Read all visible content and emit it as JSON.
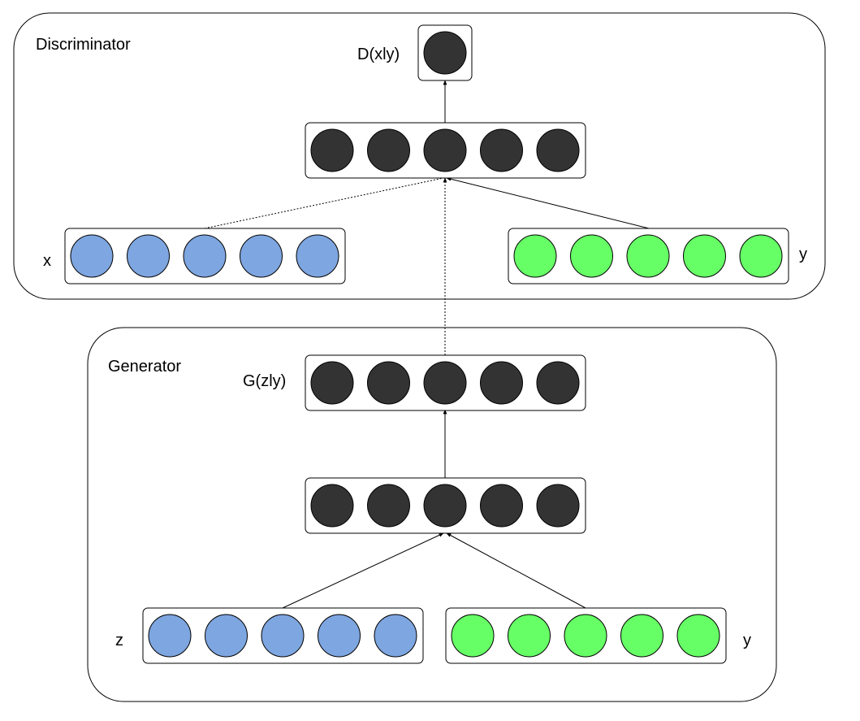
{
  "colors": {
    "dark_neuron": "#333333",
    "blue_neuron": "#7ea6e0",
    "green_neuron": "#66ff66",
    "stroke": "#000000",
    "background": "#ffffff"
  },
  "discriminator": {
    "title": "Discriminator",
    "output_label": "D(xly)",
    "input_x_label": "x",
    "input_y_label": "y"
  },
  "generator": {
    "title": "Generator",
    "output_label": "G(zly)",
    "input_z_label": "z",
    "input_y_label": "y"
  },
  "layers": {
    "d_output": {
      "neurons": 1,
      "color": "dark"
    },
    "d_hidden": {
      "neurons": 5,
      "color": "dark"
    },
    "d_input_x": {
      "neurons": 5,
      "color": "blue"
    },
    "d_input_y": {
      "neurons": 5,
      "color": "green"
    },
    "g_output": {
      "neurons": 5,
      "color": "dark"
    },
    "g_hidden": {
      "neurons": 5,
      "color": "dark"
    },
    "g_input_z": {
      "neurons": 5,
      "color": "blue"
    },
    "g_input_y": {
      "neurons": 5,
      "color": "green"
    }
  },
  "connections": [
    {
      "from": "d_hidden",
      "to": "d_output",
      "style": "solid"
    },
    {
      "from": "d_input_x",
      "to": "d_hidden",
      "style": "dotted"
    },
    {
      "from": "d_input_y",
      "to": "d_hidden",
      "style": "solid"
    },
    {
      "from": "g_output",
      "to": "d_hidden",
      "style": "dotted"
    },
    {
      "from": "g_hidden",
      "to": "g_output",
      "style": "solid"
    },
    {
      "from": "g_input_z",
      "to": "g_hidden",
      "style": "solid"
    },
    {
      "from": "g_input_y",
      "to": "g_hidden",
      "style": "solid"
    }
  ]
}
